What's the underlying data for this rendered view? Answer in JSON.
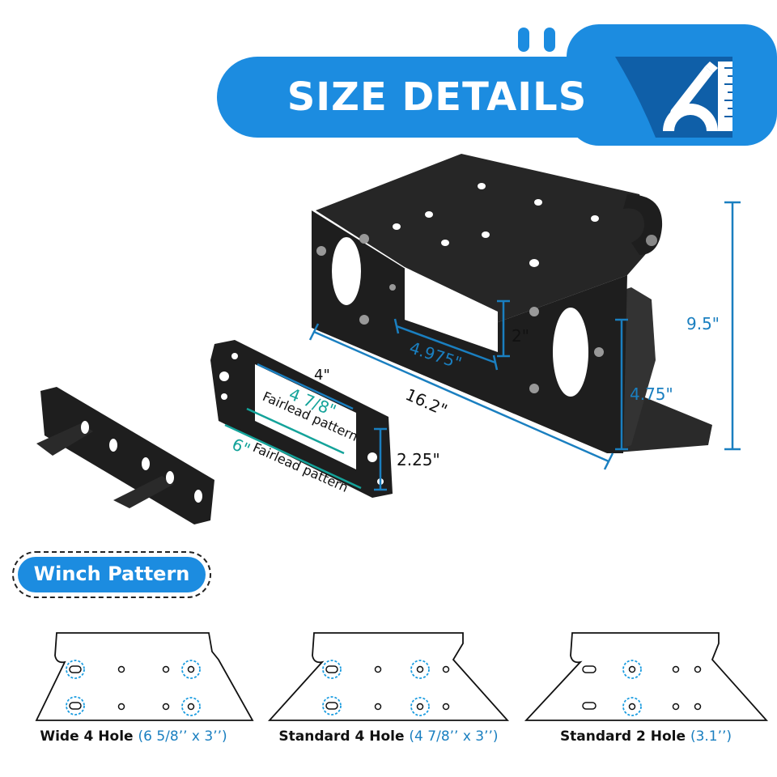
{
  "banner": {
    "title": "SIZE DETAILS",
    "icon": "pencil-ruler-protractor-icon",
    "color": "#1c8ce0"
  },
  "dimensions": {
    "height_total": "9.5\"",
    "length": "16.2\"",
    "height_side": "4.75\"",
    "slot_width": "4.975\"",
    "slot_height": "2\"",
    "plate_top": "4\"",
    "plate_fair1_size": "4 7/8\"",
    "plate_fair1_label": "Fairlead pattern",
    "plate_fair2_size": "6\"",
    "plate_fair2_label": "Fairlead pattern",
    "plate_height": "2.25\""
  },
  "winch_section": {
    "title": "Winch Pattern"
  },
  "patterns": [
    {
      "name": "Wide 4 Hole",
      "size": "(6 5/8’’ x 3’’)"
    },
    {
      "name": "Standard 4 Hole",
      "size": "(4 7/8’’ x 3’’)"
    },
    {
      "name": "Standard 2 Hole",
      "size": "(3.1’’)"
    }
  ],
  "colors": {
    "accent": "#1c8ce0",
    "dimension": "#1a7fc0",
    "fairlead": "#14a39a",
    "metal": "#1e1e1e"
  }
}
